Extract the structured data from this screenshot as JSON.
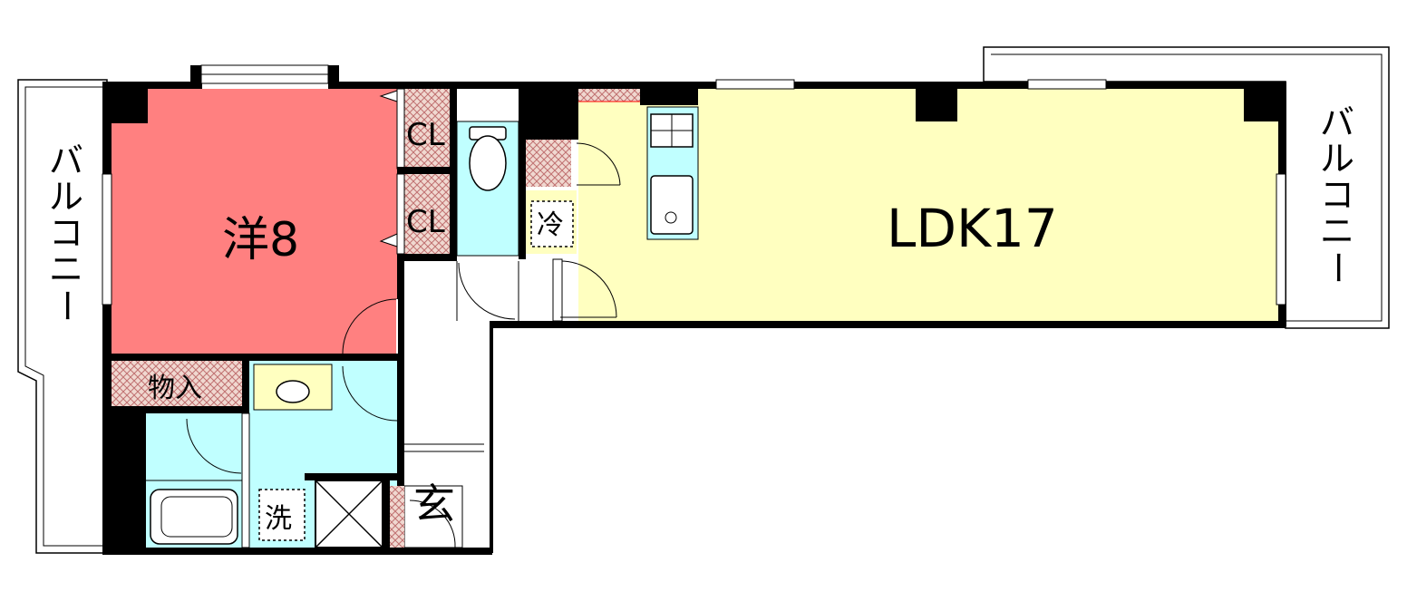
{
  "rooms": {
    "western": "洋8",
    "ldk": "LDK17",
    "closet_upper": "CL",
    "closet_lower": "CL",
    "storage": "物入",
    "refrigerator": "冷",
    "washer": "洗",
    "entrance": "玄"
  },
  "balconies": {
    "left": [
      "バ",
      "ル",
      "コ",
      "ニ",
      "ー"
    ],
    "right": [
      "バ",
      "ル",
      "コ",
      "ニ",
      "ー"
    ]
  },
  "colors": {
    "western_room": "#ff8080",
    "ldk": "#ffffc0",
    "wet_area": "#c0ffff",
    "storage_hatch": "#c88080",
    "wall": "#000000"
  },
  "icons": {
    "toilet": "toilet-icon",
    "sink": "sink-icon",
    "bathtub": "bathtub-icon",
    "stove": "stove-icon",
    "kitchen_sink": "kitchen-sink-icon"
  }
}
